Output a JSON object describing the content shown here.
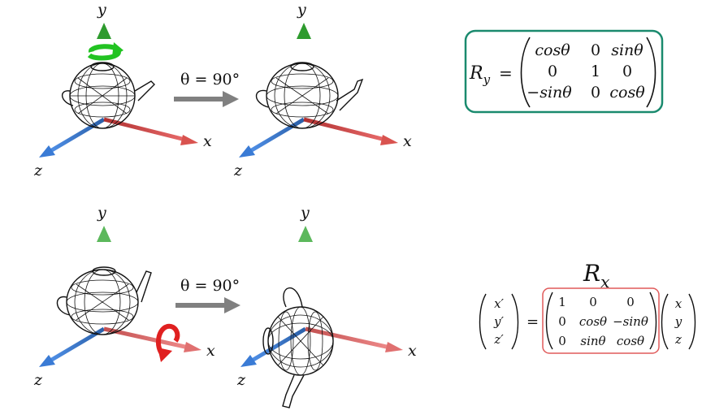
{
  "rotation_y": {
    "angle_label": "θ = 90°",
    "axes": {
      "x": "x",
      "y": "y",
      "z": "z"
    },
    "matrix_name": "R",
    "matrix_subscript": "y",
    "equals": "=",
    "matrix": [
      [
        "cosθ",
        "0",
        "sinθ"
      ],
      [
        "0",
        "1",
        "0"
      ],
      [
        "−sinθ",
        "0",
        "cosθ"
      ]
    ],
    "frame_color": "#1a8a6e"
  },
  "rotation_x": {
    "angle_label": "θ = 90°",
    "axes": {
      "x": "x",
      "y": "y",
      "z": "z"
    },
    "matrix_name": "R",
    "matrix_subscript": "x",
    "equals": "=",
    "lhs": [
      "x′",
      "y′",
      "z′"
    ],
    "matrix": [
      [
        "1",
        "0",
        "0"
      ],
      [
        "0",
        "cosθ",
        "−sinθ"
      ],
      [
        "0",
        "sinθ",
        "cosθ"
      ]
    ],
    "rhs": [
      "x",
      "y",
      "z"
    ],
    "frame_color": "#e05a5a"
  },
  "colors": {
    "x_axis": "#d9534f",
    "y_axis": "#2e9b2e",
    "y_axis_light": "#5cb85c",
    "z_axis": "#3a7bd5",
    "arrow_gray": "#808080",
    "rot_green": "#22c322",
    "rot_red": "#e02020"
  }
}
